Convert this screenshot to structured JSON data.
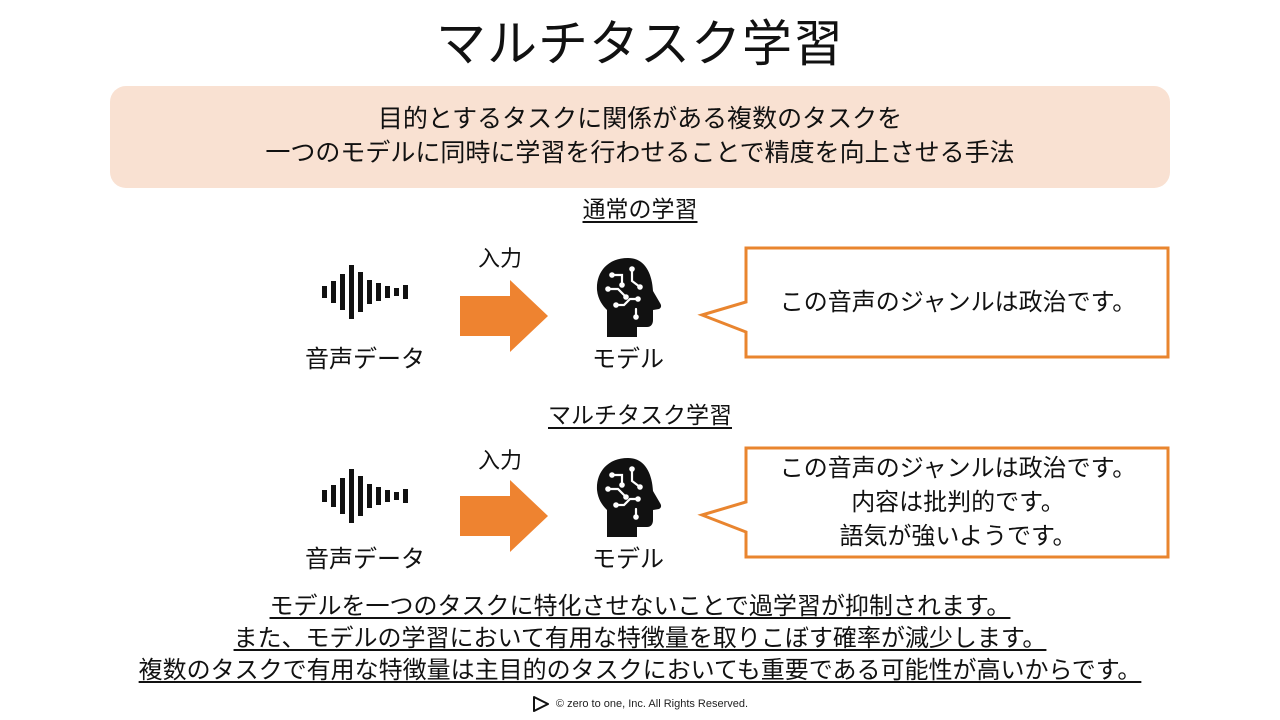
{
  "title": "マルチタスク学習",
  "definition": {
    "line1": "目的とするタスクに関係がある複数のタスクを",
    "line2": "一つのモデルに同時に学習を行わせることで精度を向上させる手法"
  },
  "section_normal": {
    "heading": "通常の学習",
    "input_label": "入力",
    "audio_label": "音声データ",
    "model_label": "モデル",
    "output_lines": [
      "この音声のジャンルは政治です。"
    ]
  },
  "section_multitask": {
    "heading": "マルチタスク学習",
    "input_label": "入力",
    "audio_label": "音声データ",
    "model_label": "モデル",
    "output_lines": [
      "この音声のジャンルは政治です。",
      "内容は批判的です。",
      "語気が強いようです。"
    ]
  },
  "summary": {
    "line1": "モデルを一つのタスクに特化させないことで過学習が抑制されます。",
    "line2": "また、モデルの学習において有用な特徴量を取りこぼす確率が減少します。",
    "line3": "複数のタスクで有用な特徴量は主目的のタスクにおいても重要である可能性が高いからです。"
  },
  "footer": {
    "text": "©  zero to one, Inc. All Rights Reserved."
  },
  "colors": {
    "arrow": "#ee8330",
    "bubble_border": "#e9852f",
    "definition_bg": "#f9e1d2"
  },
  "icons": [
    "sound-wave-icon",
    "right-arrow-icon",
    "ai-head-icon",
    "logo-play-icon"
  ]
}
